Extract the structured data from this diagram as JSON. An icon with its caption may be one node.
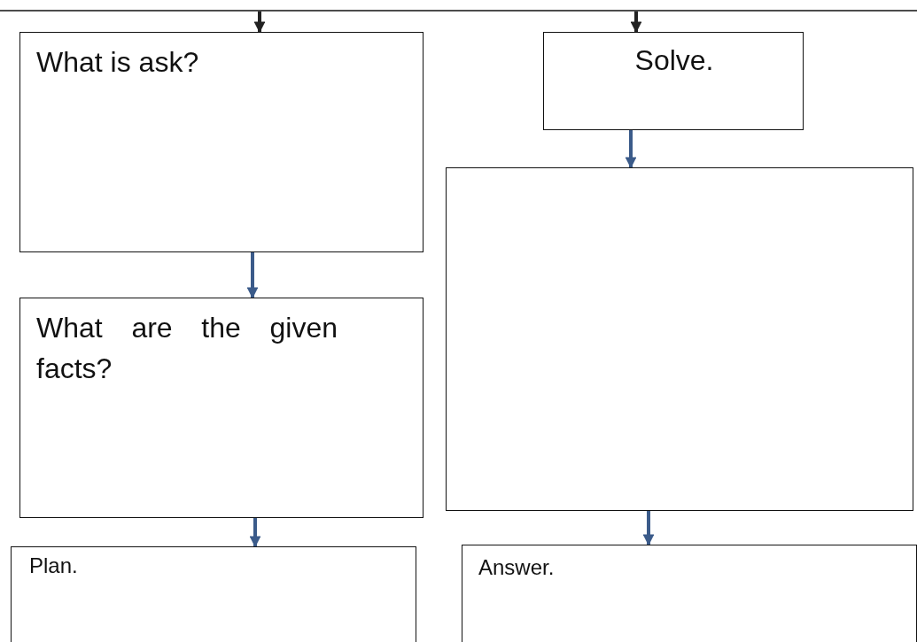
{
  "diagram": {
    "nodes": [
      {
        "text": [
          "What is ask?"
        ]
      },
      {
        "text": [
          "What are the given facts?"
        ]
      },
      {
        "text": [
          "Plan."
        ]
      },
      {
        "text": [
          "Solve."
        ]
      },
      {
        "text": [],
        "shape": "box"
      },
      {
        "text": [
          "Answer."
        ]
      }
    ],
    "edges": [
      {
        "from": null,
        "to": 0,
        "arrow": "to",
        "color": "#222222"
      },
      {
        "from": 0,
        "to": 1,
        "arrow": "to"
      },
      {
        "from": 1,
        "to": 2,
        "arrow": "to"
      },
      {
        "from": null,
        "to": 3,
        "arrow": "to",
        "color": "#222222"
      },
      {
        "from": 3,
        "to": 4,
        "arrow": "to"
      },
      {
        "from": 4,
        "to": 5,
        "arrow": "to"
      }
    ]
  }
}
